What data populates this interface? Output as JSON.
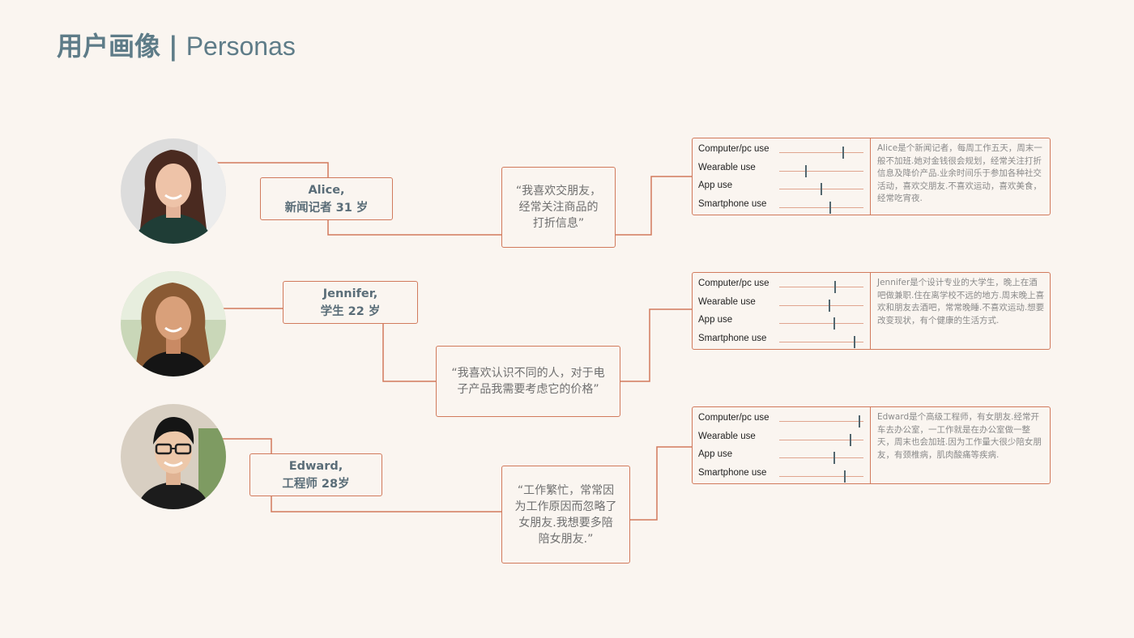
{
  "title": {
    "zh": "用户画像",
    "sep": "|",
    "en": "Personas"
  },
  "usage_labels": [
    "Computer/pc use",
    "Wearable use",
    "App use",
    "Smartphone use"
  ],
  "personas": [
    {
      "name": "Alice,",
      "role": "新闻记者 31 岁",
      "quote": "“我喜欢交朋友，经常关注商品的打折信息”",
      "usage": [
        0.76,
        0.32,
        0.5,
        0.61
      ],
      "description": "Alice是个新闻记者，每周工作五天，周末一般不加班.她对金钱很会规划，经常关注打折信息及降价产品.业余时间乐于参加各种社交活动，喜欢交朋友.不喜欢运动，喜欢美食，经常吃宵夜."
    },
    {
      "name": "Jennifer,",
      "role": "学生 22 岁",
      "quote": "“我喜欢认识不同的人，对于电子产品我需要考虑它的价格”",
      "usage": [
        0.66,
        0.6,
        0.65,
        0.89
      ],
      "description": "Jennifer是个设计专业的大学生，晚上在酒吧做兼职.住在离学校不远的地方.周末晚上喜欢和朋友去酒吧，常常晚睡.不喜欢运动.想要改变现状，有个健康的生活方式."
    },
    {
      "name": "Edward,",
      "role": "工程师 28岁",
      "quote": "“工作繁忙，常常因为工作原因而忽略了女朋友.我想要多陪陪女朋友.”",
      "usage": [
        0.95,
        0.85,
        0.65,
        0.78
      ],
      "description": "Edward是个高级工程师，有女朋友.经常开车去办公室，一工作就是在办公室做一整天，周末也会加班.因为工作量大很少陪女朋友，有颈椎病，肌肉酸痛等疾病."
    }
  ],
  "colors": {
    "accent": "#d17a5c",
    "title": "#5e7c88",
    "background": "#faf5f0"
  }
}
